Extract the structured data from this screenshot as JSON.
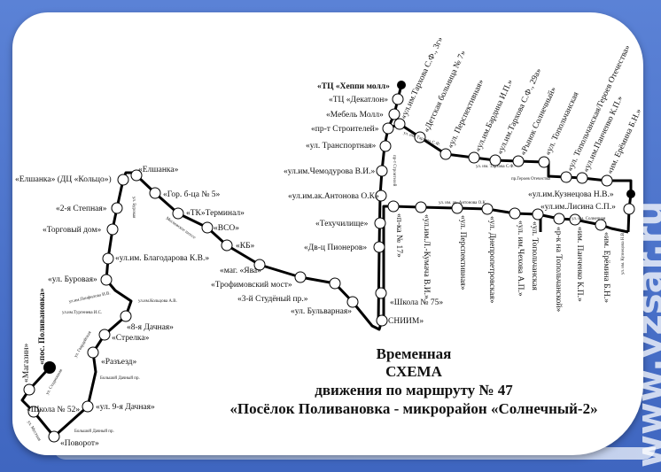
{
  "title": {
    "line1": "Временная",
    "line2": "СХЕМА",
    "line3": "движения по маршруту № 47",
    "line4": "«Посёлок Поливановка - микрорайон «Солнечный-2»"
  },
  "watermark": "www.vzsar.ru",
  "terminals": {
    "start": "«пос. Поливановка»",
    "end": "«ТЦ «Хеппи молл»"
  },
  "stops_left": [
    "«Магазин»",
    "«Школа № 52»",
    "«Поворот»",
    "«ул. 9-я Дачная»",
    "«Разъезд»",
    "«Стрелка»",
    "«8-я Дачная»",
    "«ул. Буровая»",
    "«ул.им. Благодарова К.В.»",
    "«Торговый дом»",
    "«2-я Степная»",
    "«Елшанка» (ДЦ «Кольцо»)",
    "«Елшанка»",
    "«Гор. б-ца № 5»",
    "«ТК»Терминал»",
    "«ВСО»",
    "«КБ»",
    "«маг. «Ява»",
    "«Трофимовский мост»",
    "«3-й Студёный пр.»",
    "«ул. Бульварная»",
    "СНИИМ»",
    "«Школа № 75»",
    "«Дв-ц Пионеров»",
    "«Техучилище»",
    "«ул.им.ак.Антонова О.К»",
    "«ул.им.Чемодурова В.И.»",
    "«ул. Транспортная»",
    "«пр-т Строителей»",
    "«Мебель Молл»",
    "«ТЦ «Декатлон»"
  ],
  "stops_upper": [
    "«ул.им.Тархова С.Ф., 3г»",
    "«Детская больница № 7»",
    "«ул. Перспективная»",
    "«ул.им.Бардина И.П.»",
    "«ул.им.Тархова С.Ф., 29а»",
    "«Рынок Солнечный»",
    "«ул. Топольчанская",
    "«ул. Топольчанская/Героев Отечества»",
    "«ул.им.Панченко К.П.»",
    "«им. Ерёмина Б.Н.»",
    "«ул.им.Кузнецова Н.В.»",
    "«ул.им.Лисина С.П.»"
  ],
  "stops_lower": [
    "«п-ка № 17»",
    "«ул.им.Л.-Кумача В.И.»",
    "«ул. Перспективная»",
    "«ул. Днепропетровская»",
    "«ул. им.Чехова А.П.»",
    "«ул. Топольчанская",
    "«р-к на Топольчанской»",
    "«им. Панченко К.П.»",
    "«им. Ерёмина Б.Н.»"
  ],
  "streets": {
    "stadionnaya": "ул. Стадионная",
    "mestnaya": "ул. Местная",
    "bolshoy1": "Большой Дачный пр.",
    "bolshoy2": "Большой Дачный пр.",
    "gavrilovskaya": "ул. Гвардейская",
    "turgeneva": "ул.им.Тургенева И.С.",
    "panfilova": "ул.им.Панфилова И.В.",
    "koltsova": "ул.им.Кольцова А.В.",
    "burovaya": "ул. Буровая",
    "moskovskoe": "Московское шоссе",
    "stroiteley": "пр-т Строителей",
    "tarhova1": "ул. им. Тархова С.Ф.",
    "tarhova2": "ул. им. Тархова С.Ф.",
    "geroev": "пр.Героев Отечества",
    "antonova": "ул. им. ак. Антонова О.К.",
    "solnechnaya": "ул. им. Солнечная",
    "kuznetsova": "ул. им. Кузнецова Н.В."
  }
}
